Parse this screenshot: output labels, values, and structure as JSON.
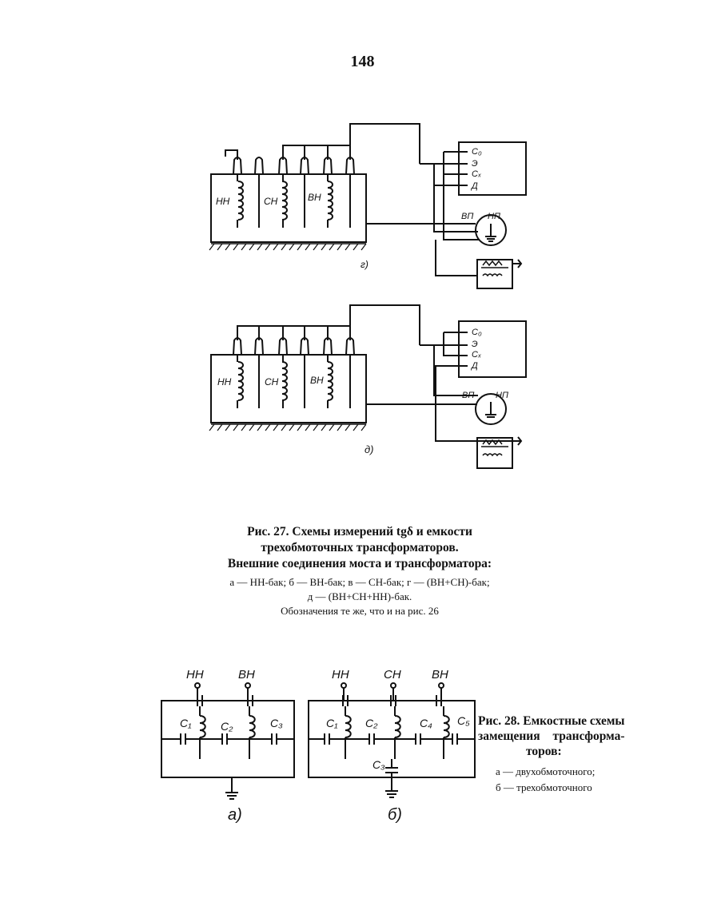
{
  "page_number": "148",
  "fig27": {
    "top": {
      "winding_labels": [
        "НН",
        "СН",
        "ВН"
      ],
      "bridge_terminals": [
        "С₀",
        "Э",
        "Сₓ",
        "Д"
      ],
      "vp_label": "ВП",
      "np_label": "НП",
      "sublabel": "г)"
    },
    "bottom": {
      "winding_labels": [
        "НН",
        "СН",
        "ВН"
      ],
      "bridge_terminals": [
        "С₀",
        "Э",
        "Сₓ",
        "Д"
      ],
      "vp_label": "ВП",
      "np_label": "НП",
      "sublabel": "д)"
    },
    "caption": {
      "line1": "Рис. 27. Схемы измерений tgδ и емкости",
      "line2": "трехобмоточных трансформаторов.",
      "line3": "Внешние соединения моста и трансформатора:",
      "legend1": "а — НН-бак; б — ВН-бак; в — СН-бак; г — (ВН+СН)-бак;",
      "legend2": "д — (ВН+СН+НН)-бак.",
      "note": "Обозначения те же, что и на рис. 26"
    }
  },
  "fig28": {
    "a": {
      "terminals": [
        "НН",
        "ВН"
      ],
      "caps": [
        "C₁",
        "C₂",
        "C₃"
      ],
      "sublabel": "а)"
    },
    "b": {
      "terminals": [
        "НН",
        "СН",
        "ВН"
      ],
      "caps": [
        "C₁",
        "C₂",
        "C₃",
        "C₄",
        "C₅"
      ],
      "sublabel": "б)"
    },
    "caption": {
      "line1": "Рис. 28. Емкостные схемы",
      "line2": "замещения трансформа-",
      "line3": "торов:",
      "legend1": "а — двухобмоточного;",
      "legend2": "б — трехобмоточного"
    }
  }
}
